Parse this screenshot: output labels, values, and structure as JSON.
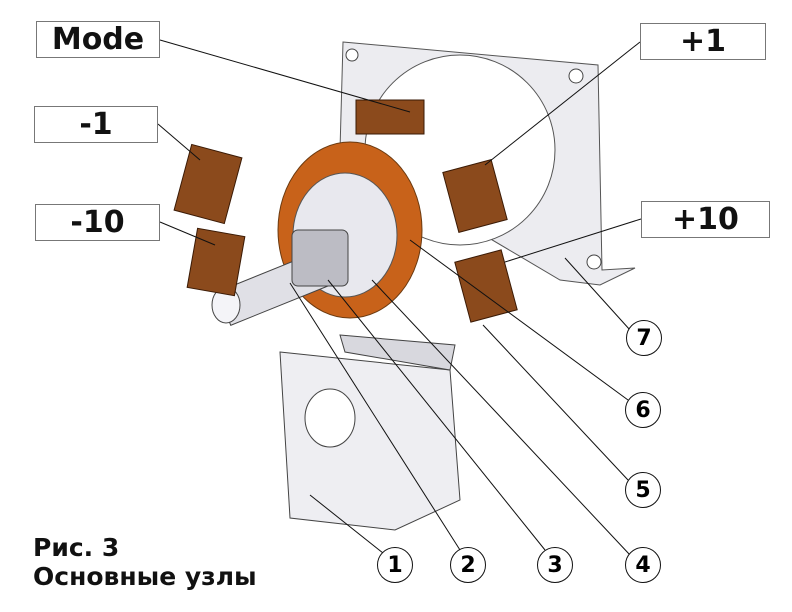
{
  "labels": {
    "mode": "Mode",
    "plus1": "+1",
    "minus1": "-1",
    "minus10": "-10",
    "plus10": "+10"
  },
  "callouts": [
    "1",
    "2",
    "3",
    "4",
    "5",
    "6",
    "7"
  ],
  "caption": {
    "line1": "Рис. 3",
    "line2": "Основные узлы"
  },
  "colors": {
    "switch": "#8b4a1c",
    "disk": "#c8621a",
    "metal": "#e6e6ea"
  }
}
